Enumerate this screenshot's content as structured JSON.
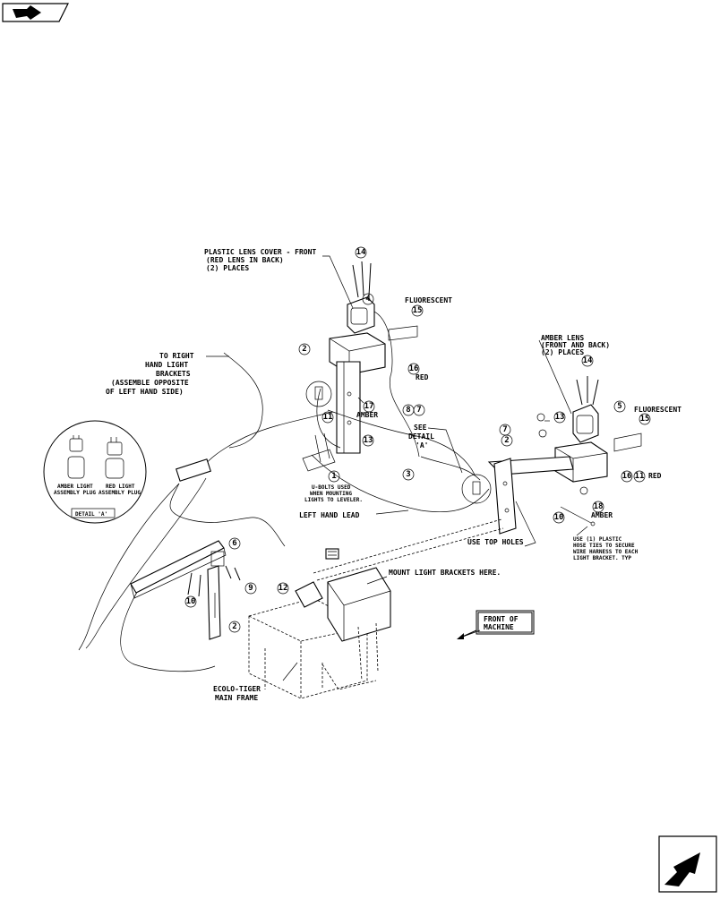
{
  "nav": {
    "prev_icon": "back-arrow-icon",
    "next_icon": "forward-arrow-icon"
  },
  "labels": {
    "plastic_lens_cover": "PLASTIC LENS COVER - FRONT",
    "red_lens_in_back": "(RED LENS IN BACK)",
    "two_places_a": "(2) PLACES",
    "fluorescent_a": "FLUORESCENT",
    "red_a": "RED",
    "amber_a": "AMBER",
    "to_right_1": "TO RIGHT",
    "to_right_2": "HAND LIGHT",
    "to_right_3": "BRACKETS",
    "to_right_4": "(ASSEMBLE OPPOSITE",
    "to_right_5": "OF LEFT HAND SIDE)",
    "see_detail_1": "SEE",
    "see_detail_2": "DETAIL",
    "see_detail_3": "'A'",
    "u_bolts_1": "U-BOLTS USED",
    "u_bolts_2": "WHEN MOUNTING",
    "u_bolts_3": "LIGHTS TO LEVELER.",
    "left_hand_lead": "LEFT HAND LEAD",
    "amber_lens_1": "AMBER LENS",
    "amber_lens_2": "(FRONT AND BACK)",
    "two_places_b": "(2) PLACES",
    "fluorescent_b": "FLUORESCENT",
    "red_b": "RED",
    "amber_b": "AMBER",
    "use_top_holes": "USE TOP HOLES",
    "use_ties_1": "USE (1) PLASTIC",
    "use_ties_2": "HOSE TIES TO SECURE",
    "use_ties_3": "WIRE HARNESS TO EACH",
    "use_ties_4": "LIGHT BRACKET.  TYP",
    "mount_light": "MOUNT LIGHT BRACKETS HERE.",
    "front_1": "FRONT OF",
    "front_2": "MACHINE",
    "ecolo_1": "ECOLO-TIGER",
    "ecolo_2": "MAIN FRAME",
    "detail_a": "DETAIL 'A'",
    "amber_plug_1": "AMBER LIGHT",
    "amber_plug_2": "ASSEMBLY PLUG",
    "red_plug_1": "RED LIGHT",
    "red_plug_2": "ASSEMBLY PLUG"
  },
  "callouts": {
    "c1": "1",
    "c2a": "2",
    "c2b": "2",
    "c3": "3",
    "c4": "4",
    "c5": "5",
    "c6": "6",
    "c7a": "7",
    "c7b": "7",
    "c8": "8",
    "c9": "9",
    "c10": "10",
    "c11a": "11",
    "c11b": "11",
    "c12": "12",
    "c13a": "13",
    "c13b": "13",
    "c14a": "14",
    "c14b": "14",
    "c15a": "15",
    "c15b": "15",
    "c16a": "16",
    "c16b": "16",
    "c17": "17",
    "c18": "18"
  }
}
